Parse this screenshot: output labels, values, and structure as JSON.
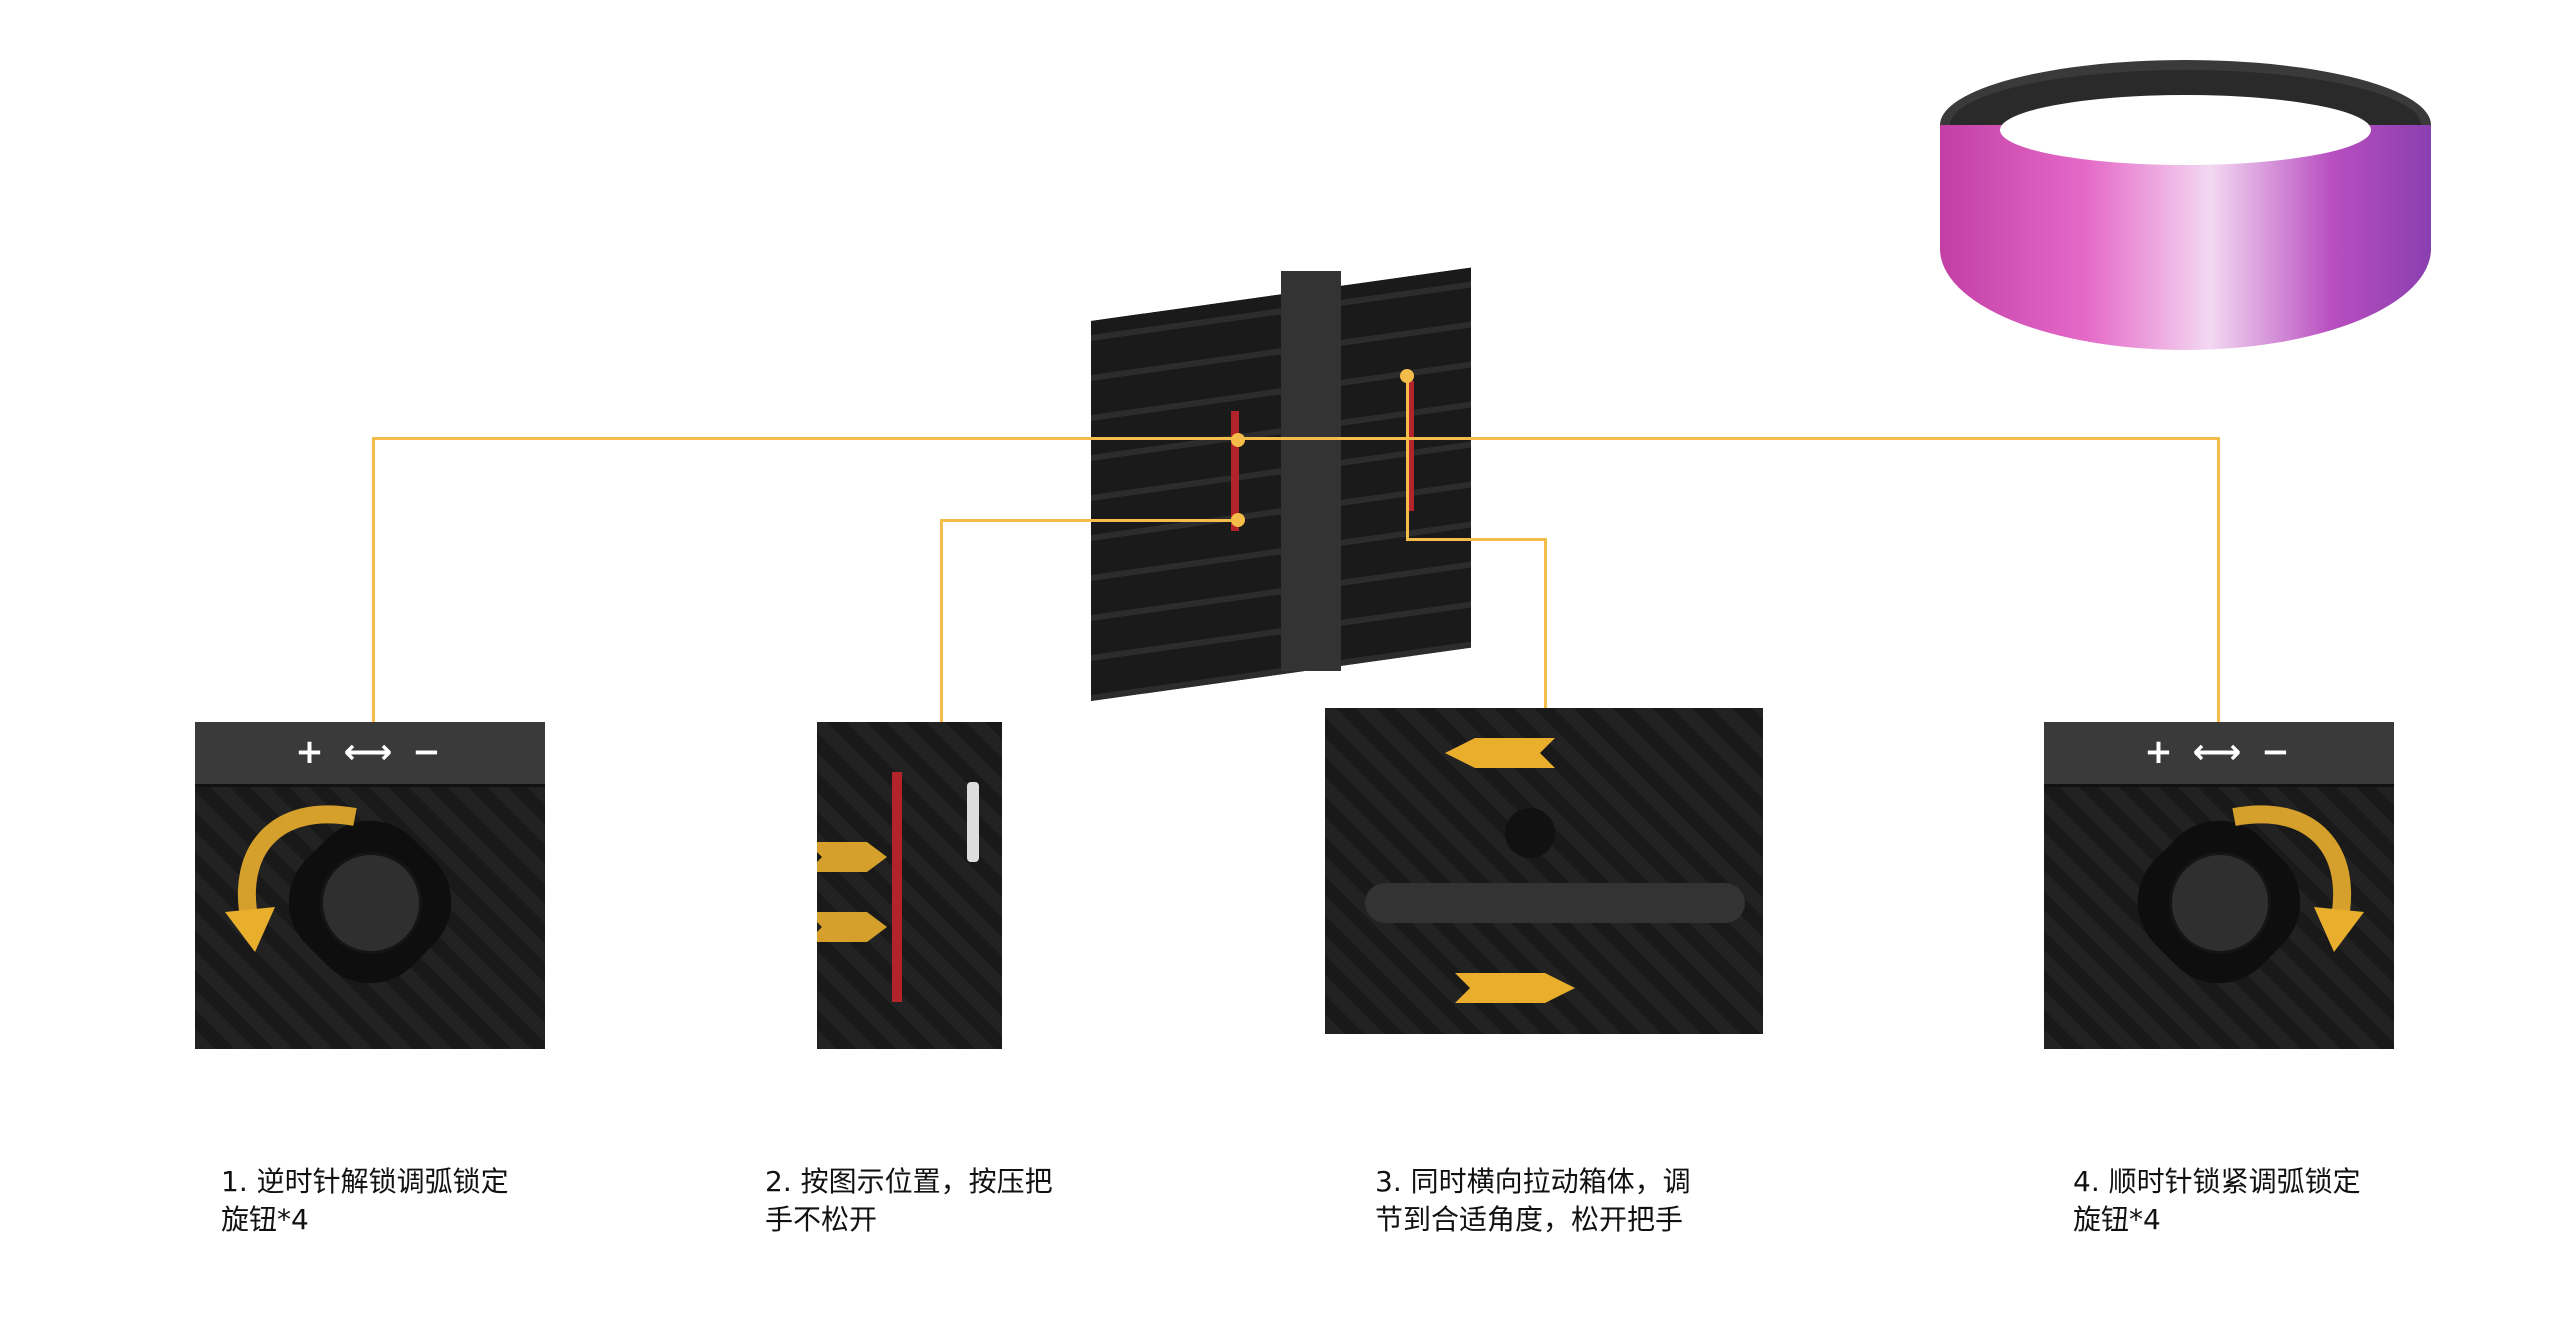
{
  "colors": {
    "connector": "#f4bd4a",
    "panel": "#1c1c1c",
    "arrow": "#e9ae2c"
  },
  "panels": [
    {
      "symbol": "+ ⟷ −",
      "icon": "counterclockwise-arrow-icon"
    },
    {
      "icon": "push-arrows-icon"
    },
    {
      "icon": "pull-arrows-icon"
    },
    {
      "symbol": "+ ⟷ −",
      "icon": "clockwise-arrow-icon"
    }
  ],
  "steps": [
    {
      "line1": "1. 逆时针解锁调弧锁定",
      "line2": "旋钮*4"
    },
    {
      "line1": "2. 按图示位置，按压把",
      "line2": "手不松开"
    },
    {
      "line1": "3. 同时横向拉动箱体，调",
      "line2": "节到合适角度，松开把手"
    },
    {
      "line1": "4. 顺时针锁紧调弧锁定",
      "line2": "旋钮*4"
    }
  ]
}
